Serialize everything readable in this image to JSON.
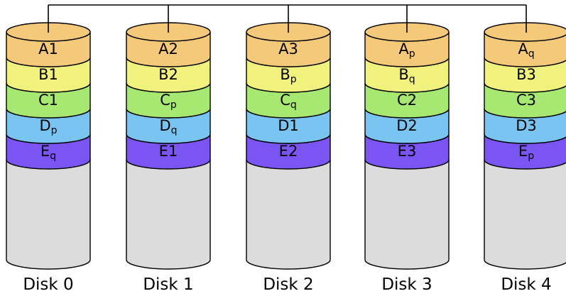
{
  "colors": {
    "A": "#f4c97a",
    "B": "#f1f17e",
    "C": "#a6e872",
    "D": "#79c4f1",
    "E": "#7a55f3",
    "empty": "#dcdcdc",
    "outline": "#000000"
  },
  "disks": [
    {
      "name": "Disk 0",
      "blocks": [
        {
          "band": "A",
          "main": "A",
          "sub": "",
          "num": "1"
        },
        {
          "band": "B",
          "main": "B",
          "sub": "",
          "num": "1"
        },
        {
          "band": "C",
          "main": "C",
          "sub": "",
          "num": "1"
        },
        {
          "band": "D",
          "main": "D",
          "sub": "p",
          "num": ""
        },
        {
          "band": "E",
          "main": "E",
          "sub": "q",
          "num": ""
        }
      ]
    },
    {
      "name": "Disk 1",
      "blocks": [
        {
          "band": "A",
          "main": "A",
          "sub": "",
          "num": "2"
        },
        {
          "band": "B",
          "main": "B",
          "sub": "",
          "num": "2"
        },
        {
          "band": "C",
          "main": "C",
          "sub": "p",
          "num": ""
        },
        {
          "band": "D",
          "main": "D",
          "sub": "q",
          "num": ""
        },
        {
          "band": "E",
          "main": "E",
          "sub": "",
          "num": "1"
        }
      ]
    },
    {
      "name": "Disk 2",
      "blocks": [
        {
          "band": "A",
          "main": "A",
          "sub": "",
          "num": "3"
        },
        {
          "band": "B",
          "main": "B",
          "sub": "p",
          "num": ""
        },
        {
          "band": "C",
          "main": "C",
          "sub": "q",
          "num": ""
        },
        {
          "band": "D",
          "main": "D",
          "sub": "",
          "num": "1"
        },
        {
          "band": "E",
          "main": "E",
          "sub": "",
          "num": "2"
        }
      ]
    },
    {
      "name": "Disk 3",
      "blocks": [
        {
          "band": "A",
          "main": "A",
          "sub": "p",
          "num": ""
        },
        {
          "band": "B",
          "main": "B",
          "sub": "q",
          "num": ""
        },
        {
          "band": "C",
          "main": "C",
          "sub": "",
          "num": "2"
        },
        {
          "band": "D",
          "main": "D",
          "sub": "",
          "num": "2"
        },
        {
          "band": "E",
          "main": "E",
          "sub": "",
          "num": "3"
        }
      ]
    },
    {
      "name": "Disk 4",
      "blocks": [
        {
          "band": "A",
          "main": "A",
          "sub": "q",
          "num": ""
        },
        {
          "band": "B",
          "main": "B",
          "sub": "",
          "num": "3"
        },
        {
          "band": "C",
          "main": "C",
          "sub": "",
          "num": "3"
        },
        {
          "band": "D",
          "main": "D",
          "sub": "",
          "num": "3"
        },
        {
          "band": "E",
          "main": "E",
          "sub": "p",
          "num": ""
        }
      ]
    }
  ]
}
